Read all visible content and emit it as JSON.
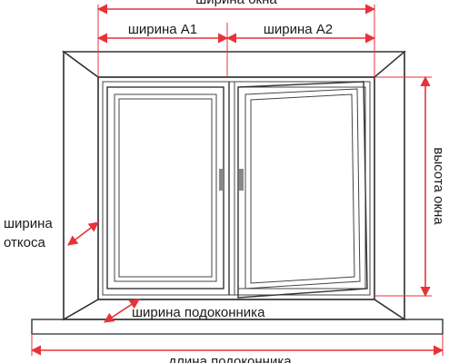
{
  "labels": {
    "window_width": "ширина окна",
    "width_a1": "ширина А1",
    "width_a2": "ширина А2",
    "window_height": "высота окна",
    "slope_width_line1": "ширина",
    "slope_width_line2": "откоса",
    "sill_width": "ширина подоконника",
    "sill_length": "длина подоконника"
  },
  "colors": {
    "dimension": "#e8323a",
    "outline": "#333333",
    "fill_light": "#f7f7f7"
  }
}
